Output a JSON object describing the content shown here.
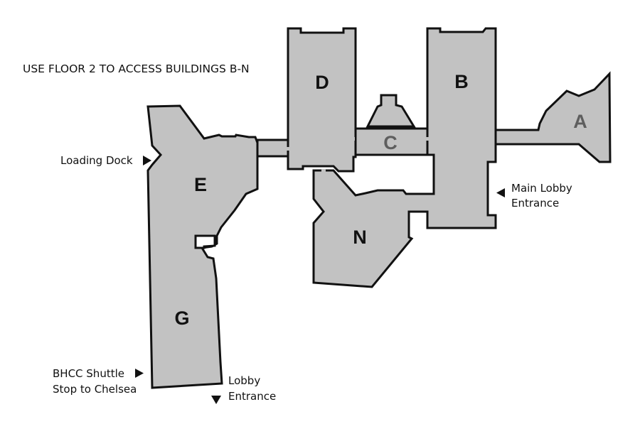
{
  "map": {
    "title": "USE FLOOR 2 TO ACCESS BUILDINGS B-N",
    "buildings": [
      {
        "id": "D",
        "label": "D"
      },
      {
        "id": "B",
        "label": "B"
      },
      {
        "id": "C",
        "label": "C"
      },
      {
        "id": "A",
        "label": "A"
      },
      {
        "id": "E",
        "label": "E"
      },
      {
        "id": "N",
        "label": "N"
      },
      {
        "id": "G",
        "label": "G"
      }
    ],
    "annotations": {
      "loading_dock": "Loading Dock",
      "main_lobby_line1": "Main Lobby",
      "main_lobby_line2": "Entrance",
      "shuttle_line1": "BHCC Shuttle",
      "shuttle_line2": "Stop to Chelsea",
      "lobby_line1": "Lobby",
      "lobby_line2": "Entrance"
    },
    "colors": {
      "building_fill": "#c2c2c2",
      "outline": "#111111",
      "building_c_letter": "#5e5e5e"
    }
  }
}
